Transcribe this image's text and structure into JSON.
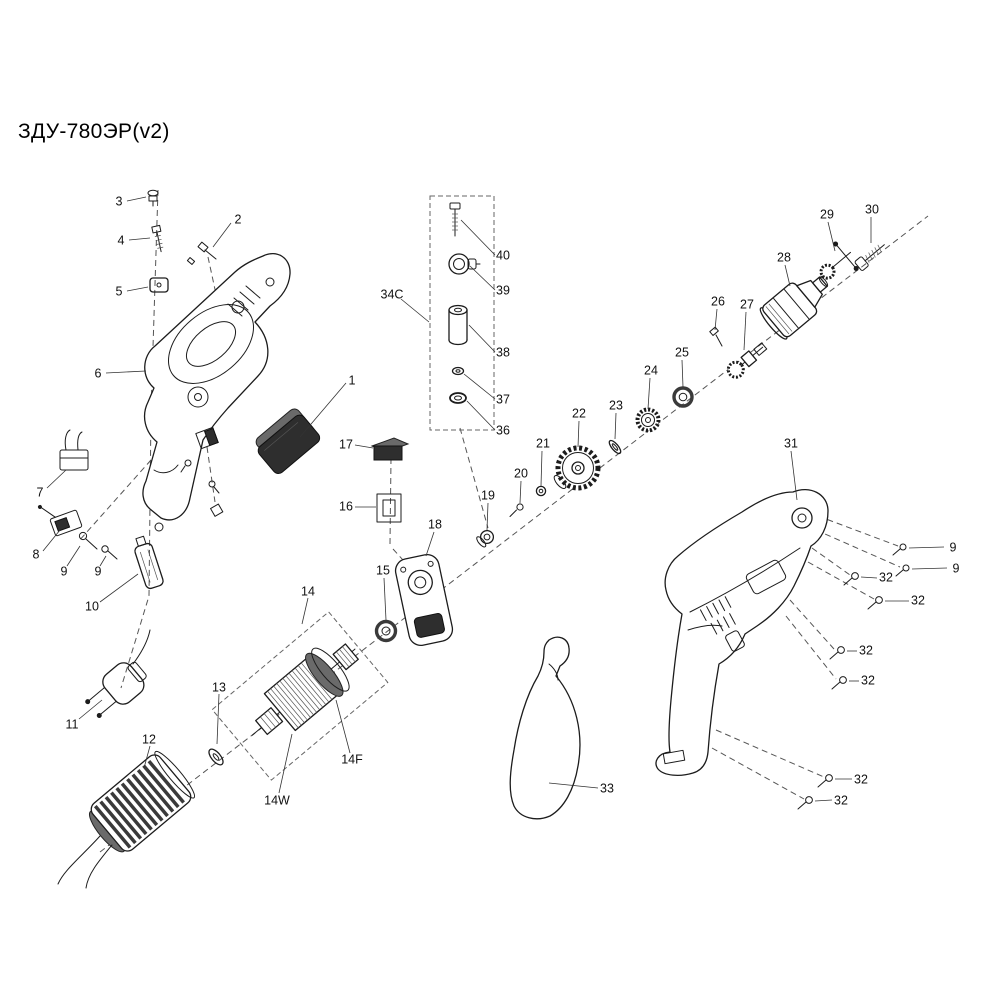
{
  "title": "ЗДУ-780ЭР(v2)",
  "labels": {
    "1": "1",
    "2": "2",
    "3": "3",
    "4": "4",
    "5": "5",
    "6": "6",
    "7": "7",
    "8": "8",
    "9": "9",
    "10": "10",
    "11": "11",
    "12": "12",
    "13": "13",
    "14": "14",
    "14F": "14F",
    "14W": "14W",
    "15": "15",
    "16": "16",
    "17": "17",
    "18": "18",
    "19": "19",
    "20": "20",
    "21": "21",
    "22": "22",
    "23": "23",
    "24": "24",
    "25": "25",
    "26": "26",
    "27": "27",
    "28": "28",
    "29": "29",
    "30": "30",
    "31": "31",
    "32": "32",
    "33": "33",
    "34C": "34C",
    "36": "36",
    "37": "37",
    "38": "38",
    "39": "39",
    "40": "40"
  }
}
